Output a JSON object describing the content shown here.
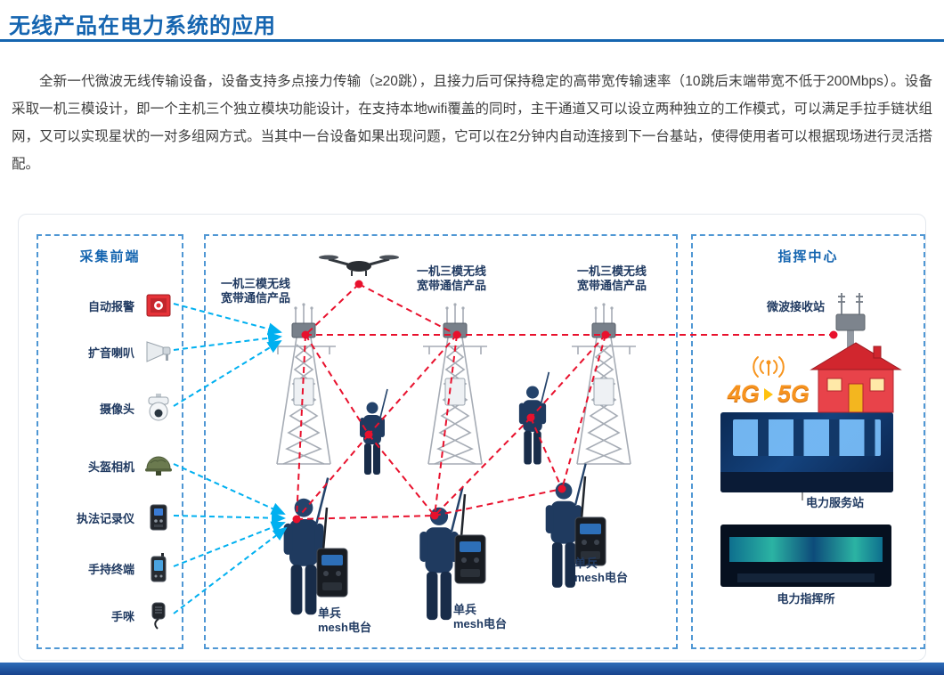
{
  "page": {
    "title": "无线产品在电力系统的应用",
    "intro": "全新一代微波无线传输设备，设备支持多点接力传输（≥20跳），且接力后可保持稳定的高带宽传输速率（10跳后末端带宽不低于200Mbps）。设备采取一机三模设计，即一个主机三个独立模块功能设计，在支持本地wifi覆盖的同时，主干通道又可以设立两种独立的工作模式，可以满足手拉手链状组网，又可以实现星状的一对多组网方式。当其中一台设备如果出现问题，它可以在2分钟内自动连接到下一台基站，使得使用者可以根据现场进行灵活搭配。"
  },
  "diagram": {
    "front_end": {
      "title": "采集前端",
      "items": [
        {
          "label": "自动报警",
          "icon": "alarm-icon"
        },
        {
          "label": "扩音喇叭",
          "icon": "horn-speaker-icon"
        },
        {
          "label": "摄像头",
          "icon": "ptz-camera-icon"
        },
        {
          "label": "头盔相机",
          "icon": "helmet-camera-icon"
        },
        {
          "label": "执法记录仪",
          "icon": "body-recorder-icon"
        },
        {
          "label": "手持终端",
          "icon": "handheld-terminal-icon"
        },
        {
          "label": "手咪",
          "icon": "speaker-mic-icon"
        }
      ]
    },
    "network": {
      "node_labels": [
        {
          "line1": "一机三模无线",
          "line2": "宽带通信产品"
        },
        {
          "line1": "一机三模无线",
          "line2": "宽带通信产品"
        },
        {
          "line1": "一机三模无线",
          "line2": "宽带通信产品"
        }
      ],
      "soldier_labels": [
        {
          "line1": "单兵",
          "line2": "mesh电台"
        },
        {
          "line1": "单兵",
          "line2": "mesh电台"
        },
        {
          "line1": "单兵",
          "line2": "mesh电台"
        }
      ],
      "icons": [
        "drone-icon",
        "transmission-tower-icon",
        "soldier-icon",
        "mesh-radio-icon"
      ]
    },
    "command_center": {
      "title": "指挥中心",
      "receiver_label": "微波接收站",
      "badge": {
        "left": "4G",
        "right": "5G"
      },
      "service_label": "电力服务站",
      "post_label": "电力指挥所",
      "icons": [
        "microwave-station-icon",
        "radio-waves-icon",
        "station-house-icon",
        "control-room-photo",
        "command-hall-photo"
      ]
    }
  },
  "colors": {
    "accent_blue": "#1565b0",
    "box_dash_blue": "#4f97d4",
    "label_navy": "#203a61",
    "link_red": "#e8112d",
    "arrow_cyan": "#00b0f0",
    "badge_orange": "#f7931e",
    "footer_blue": "#17438c"
  }
}
